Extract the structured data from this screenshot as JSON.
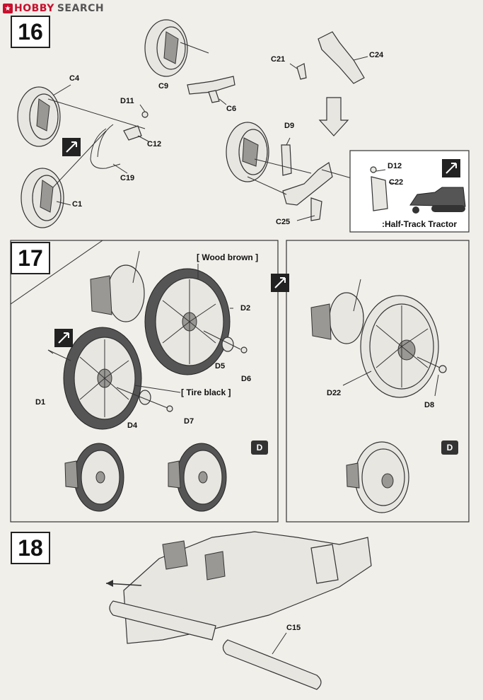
{
  "watermark": {
    "brand": "HOBBY",
    "search": "SEARCH"
  },
  "steps": {
    "s16": "16",
    "s17": "17",
    "s18": "18"
  },
  "step16": {
    "labels": {
      "c4": "C4",
      "c1": "C1",
      "d11": "D11",
      "c12": "C12",
      "c19": "C19",
      "c9": "C9",
      "c6": "C6",
      "c21": "C21",
      "c24": "C24",
      "d9": "D9",
      "c25": "C25",
      "d12": "D12",
      "c22": "C22"
    },
    "inset_caption": ":Half-Track Tractor"
  },
  "step17": {
    "labels": {
      "d2": "D2",
      "d5": "D5",
      "d6": "D6",
      "d1": "D1",
      "d4": "D4",
      "d7": "D7",
      "d22": "D22",
      "d8": "D8"
    },
    "wood_note": "[ Wood brown ]",
    "tire_note": "[ Tire black ]",
    "badge_left": "D",
    "badge_right": "D"
  },
  "step18": {
    "labels": {
      "c15": "C15"
    }
  }
}
